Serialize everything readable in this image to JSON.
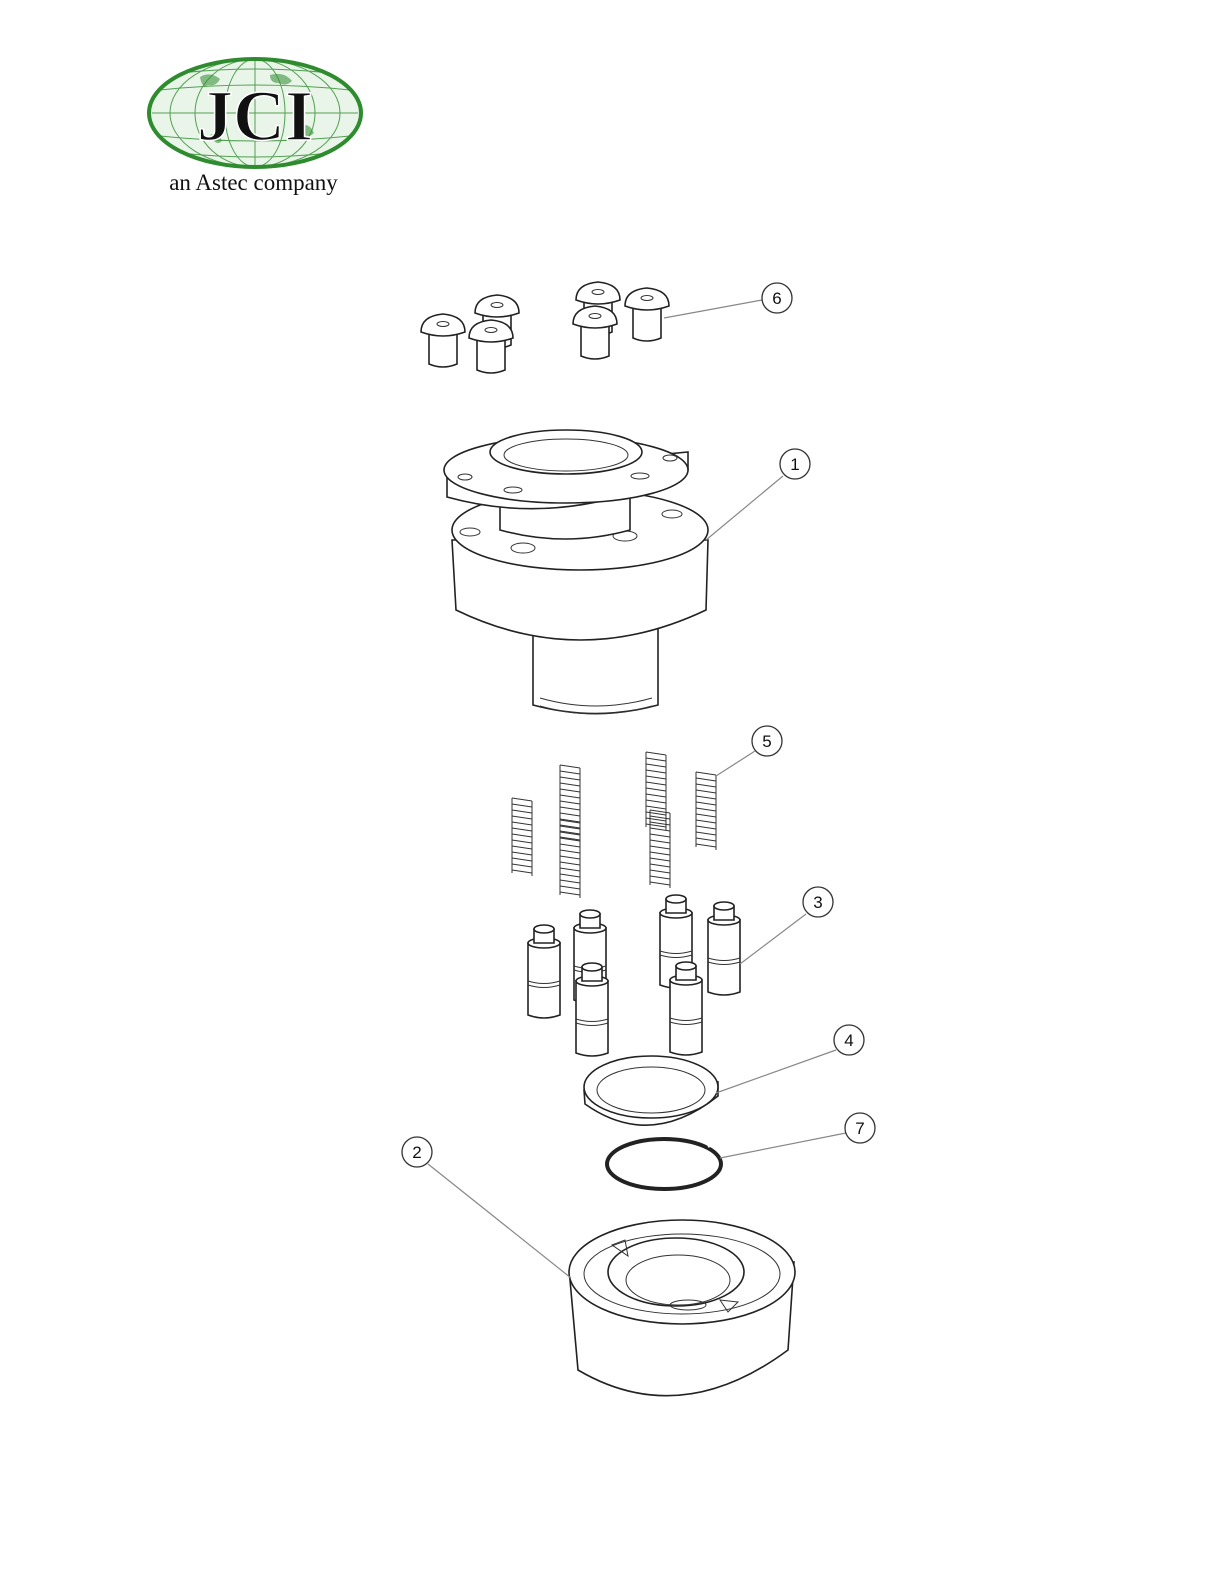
{
  "logo": {
    "letters": "JCI",
    "tagline": "an Astec company",
    "colors": {
      "globe": "#2e8b2e",
      "globe_light": "#e8f5e8",
      "letters": "#111111"
    }
  },
  "diagram": {
    "type": "exploded-assembly",
    "callouts": [
      {
        "id": "callout-6",
        "label": "6",
        "part": "button-head-screws"
      },
      {
        "id": "callout-1",
        "label": "1",
        "part": "flanged-housing"
      },
      {
        "id": "callout-5",
        "label": "5",
        "part": "compression-springs"
      },
      {
        "id": "callout-3",
        "label": "3",
        "part": "pins"
      },
      {
        "id": "callout-4",
        "label": "4",
        "part": "ring"
      },
      {
        "id": "callout-7",
        "label": "7",
        "part": "snap-ring"
      },
      {
        "id": "callout-2",
        "label": "2",
        "part": "cup-base"
      }
    ]
  }
}
